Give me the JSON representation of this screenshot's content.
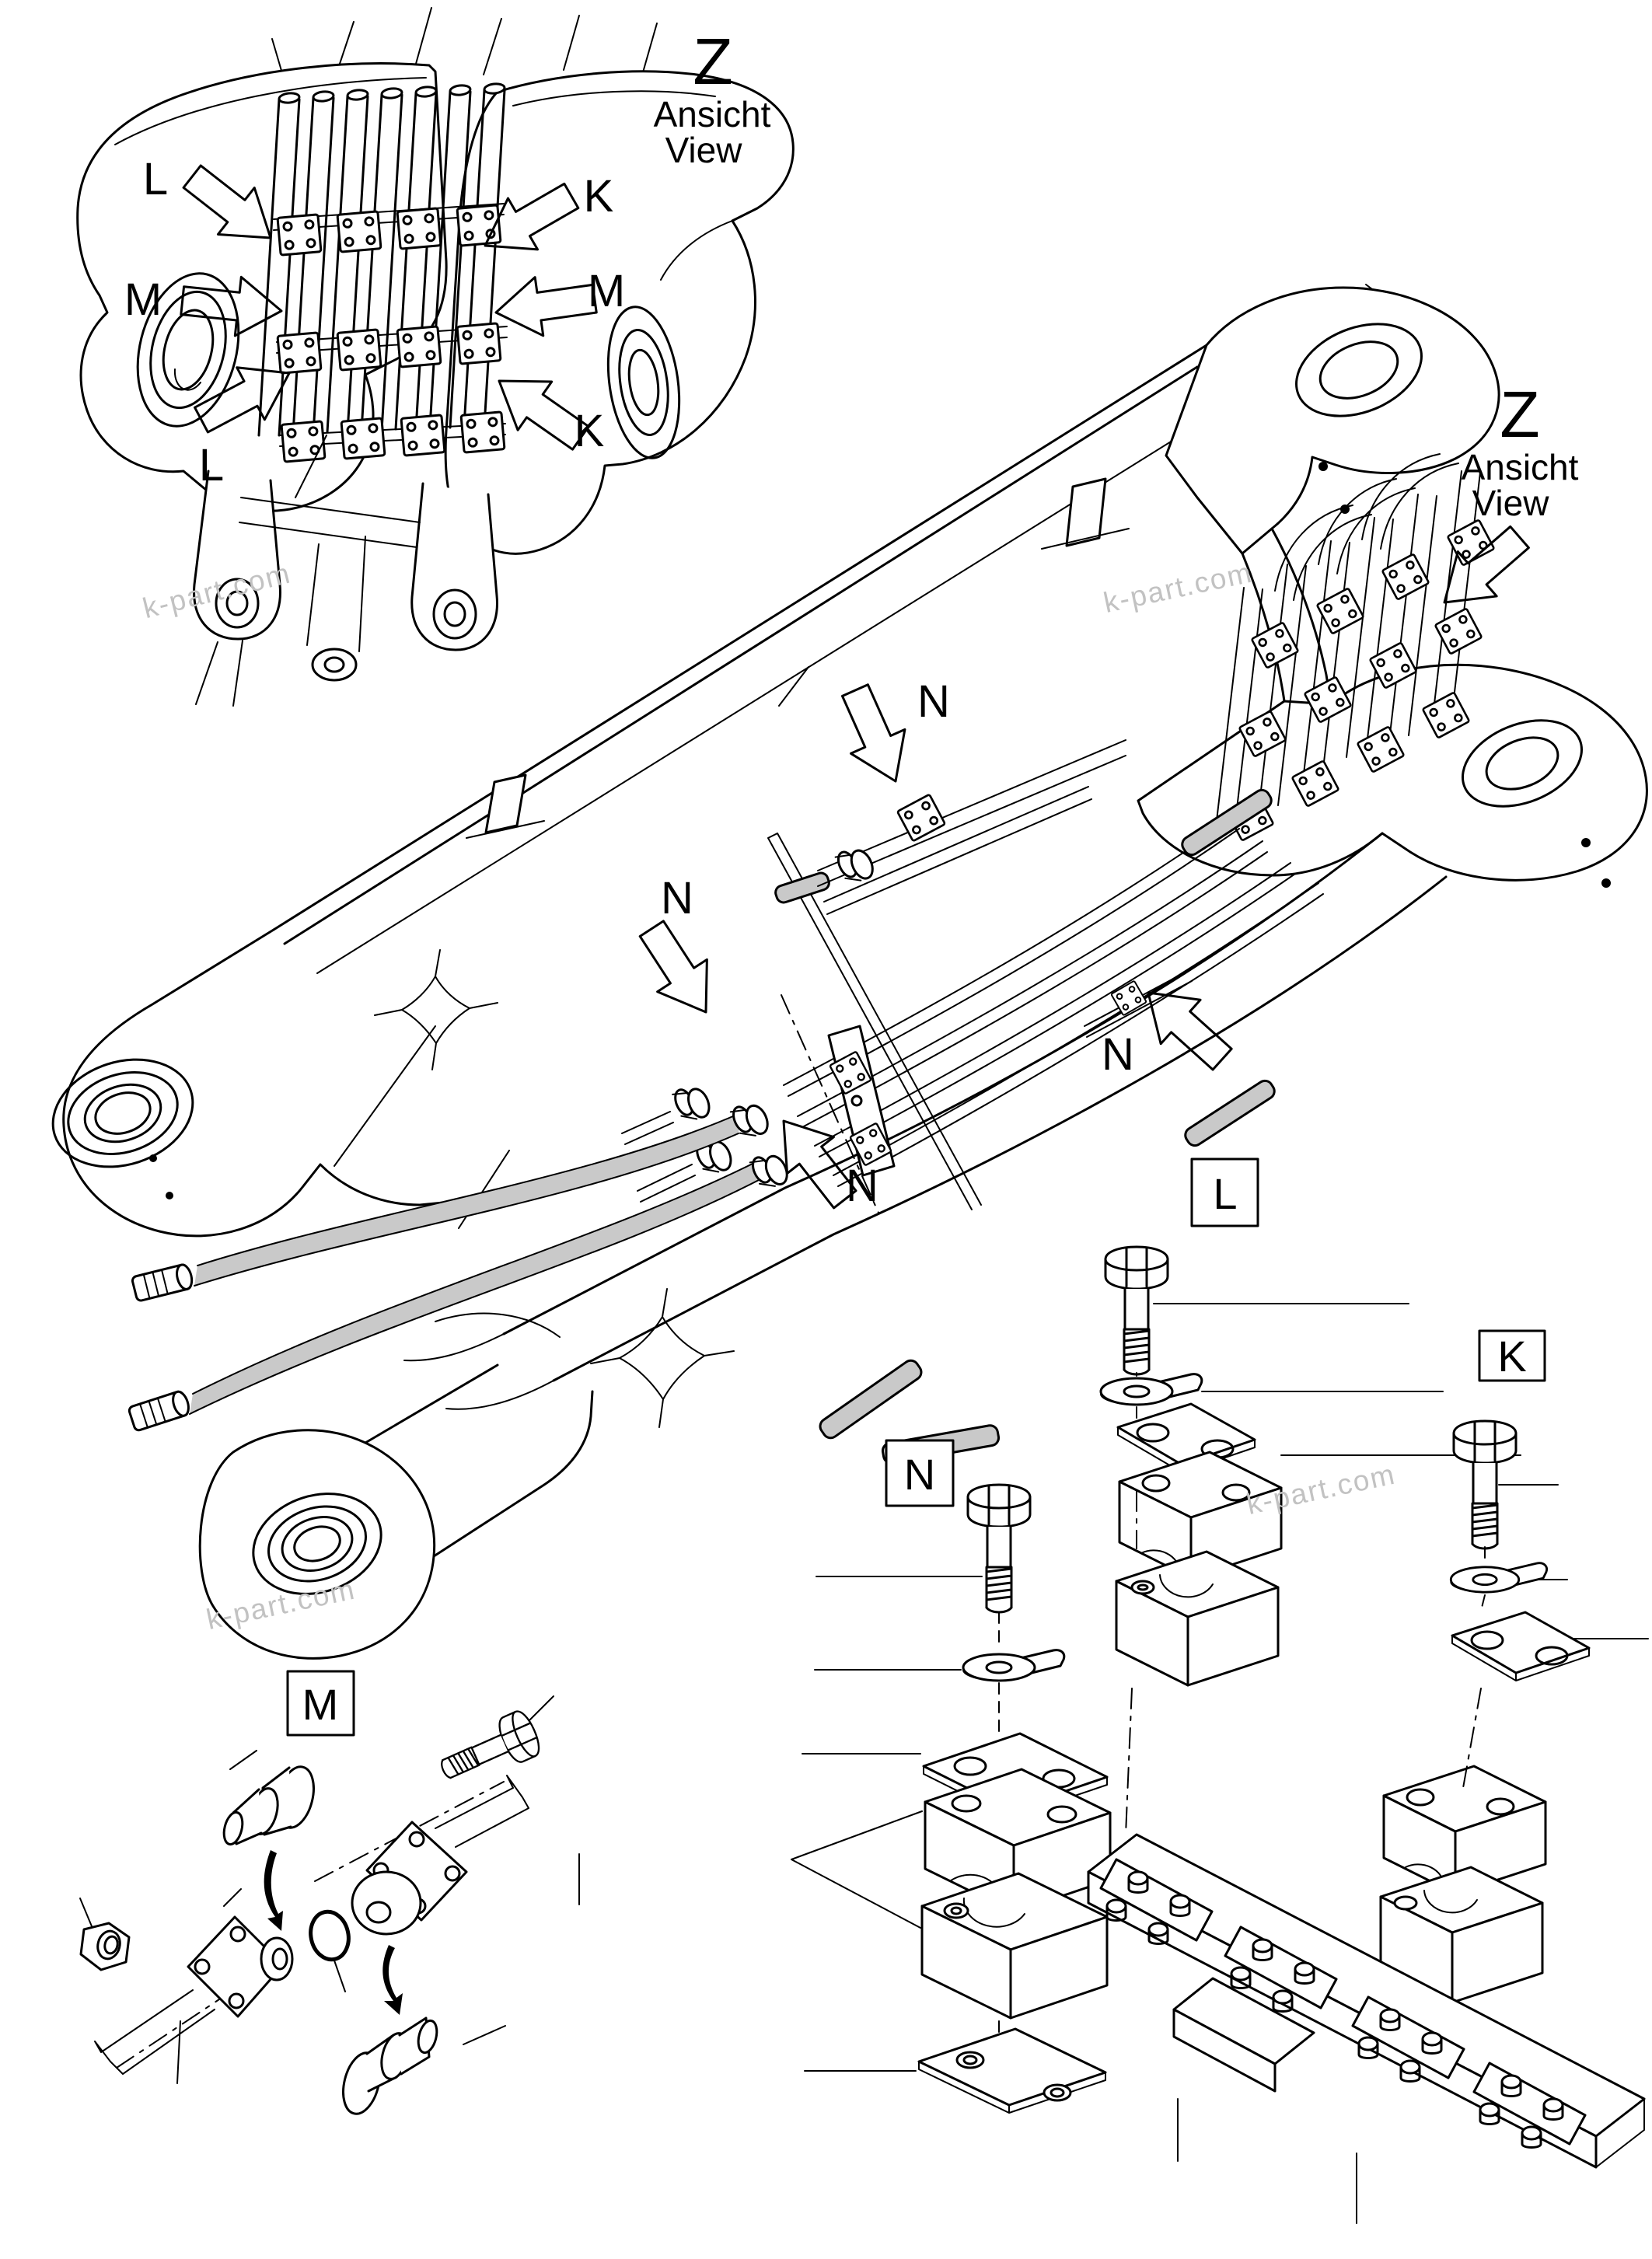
{
  "views": {
    "top": {
      "letter": "Z",
      "name_de": "Ansicht",
      "name_en": "View"
    },
    "right": {
      "letter": "Z",
      "name_de": "Ansicht",
      "name_en": "View"
    }
  },
  "top_detail": {
    "callouts_left": [
      "L",
      "M",
      "L"
    ],
    "callouts_right": [
      "K",
      "M",
      "K"
    ]
  },
  "main_view": {
    "callouts_n": [
      "N",
      "N",
      "N",
      "N"
    ]
  },
  "detail_boxes": {
    "m": "M",
    "n": "N",
    "l": "L",
    "k": "K"
  },
  "watermark": {
    "text": "k-part.com",
    "color": "#c2c2c2"
  },
  "colors": {
    "ink": "#000000",
    "paper": "#ffffff",
    "pipe_shade": "#c9c9c9"
  }
}
